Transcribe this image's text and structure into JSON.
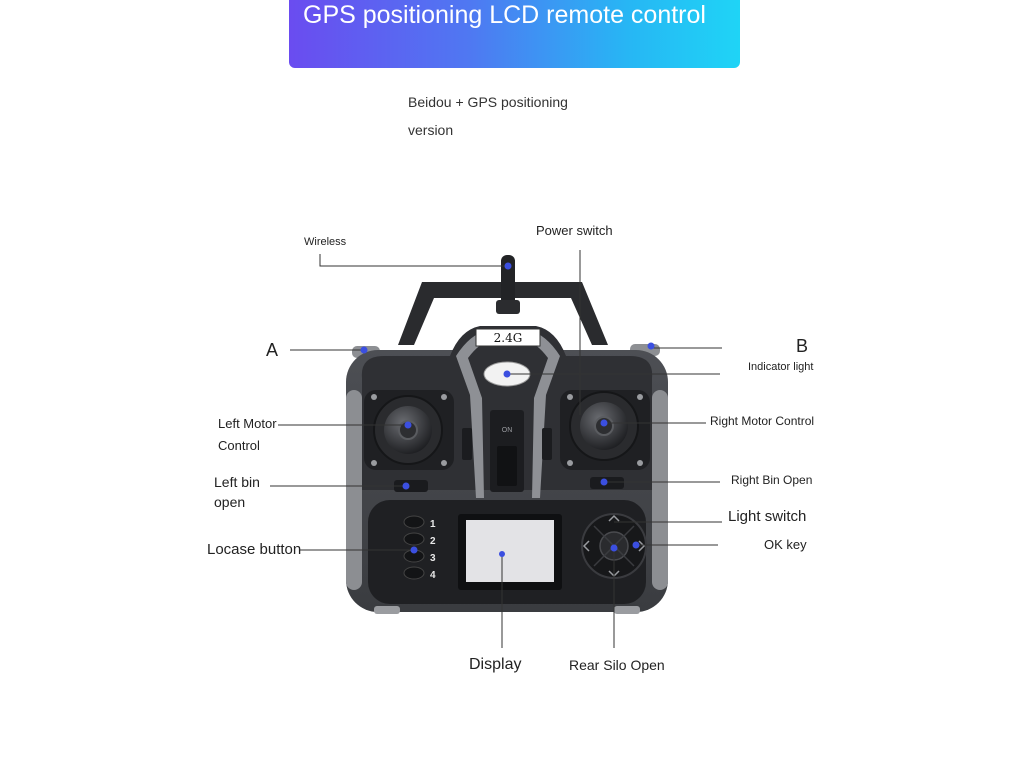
{
  "banner": {
    "title": "GPS positioning LCD remote control"
  },
  "subtitle": {
    "line1": "Beidou + GPS positioning",
    "line2": "version"
  },
  "remote": {
    "band_label": "2.4G",
    "switch_on_label": "ON",
    "channel_numbers": [
      "1",
      "2",
      "3",
      "4"
    ]
  },
  "callouts": {
    "wireless": "Wireless",
    "power_switch": "Power switch",
    "a": "A",
    "b": "B",
    "indicator_light": "Indicator light",
    "left_motor_1": "Left Motor",
    "left_motor_2": "Control",
    "right_motor": "Right Motor Control",
    "left_bin_1": "Left bin",
    "left_bin_2": "open",
    "right_bin": "Right Bin Open",
    "light_switch": "Light switch",
    "locase_button": "Locase button",
    "ok_key": "OK key",
    "display": "Display",
    "rear_silo": "Rear Silo Open"
  },
  "colors": {
    "banner_start": "#6a4cf0",
    "banner_end": "#1fd4f6",
    "marker": "#3b4fe0",
    "body_dark": "#2e2f33",
    "body_grey": "#4a4c51",
    "lcd": "#e3e3e6"
  }
}
